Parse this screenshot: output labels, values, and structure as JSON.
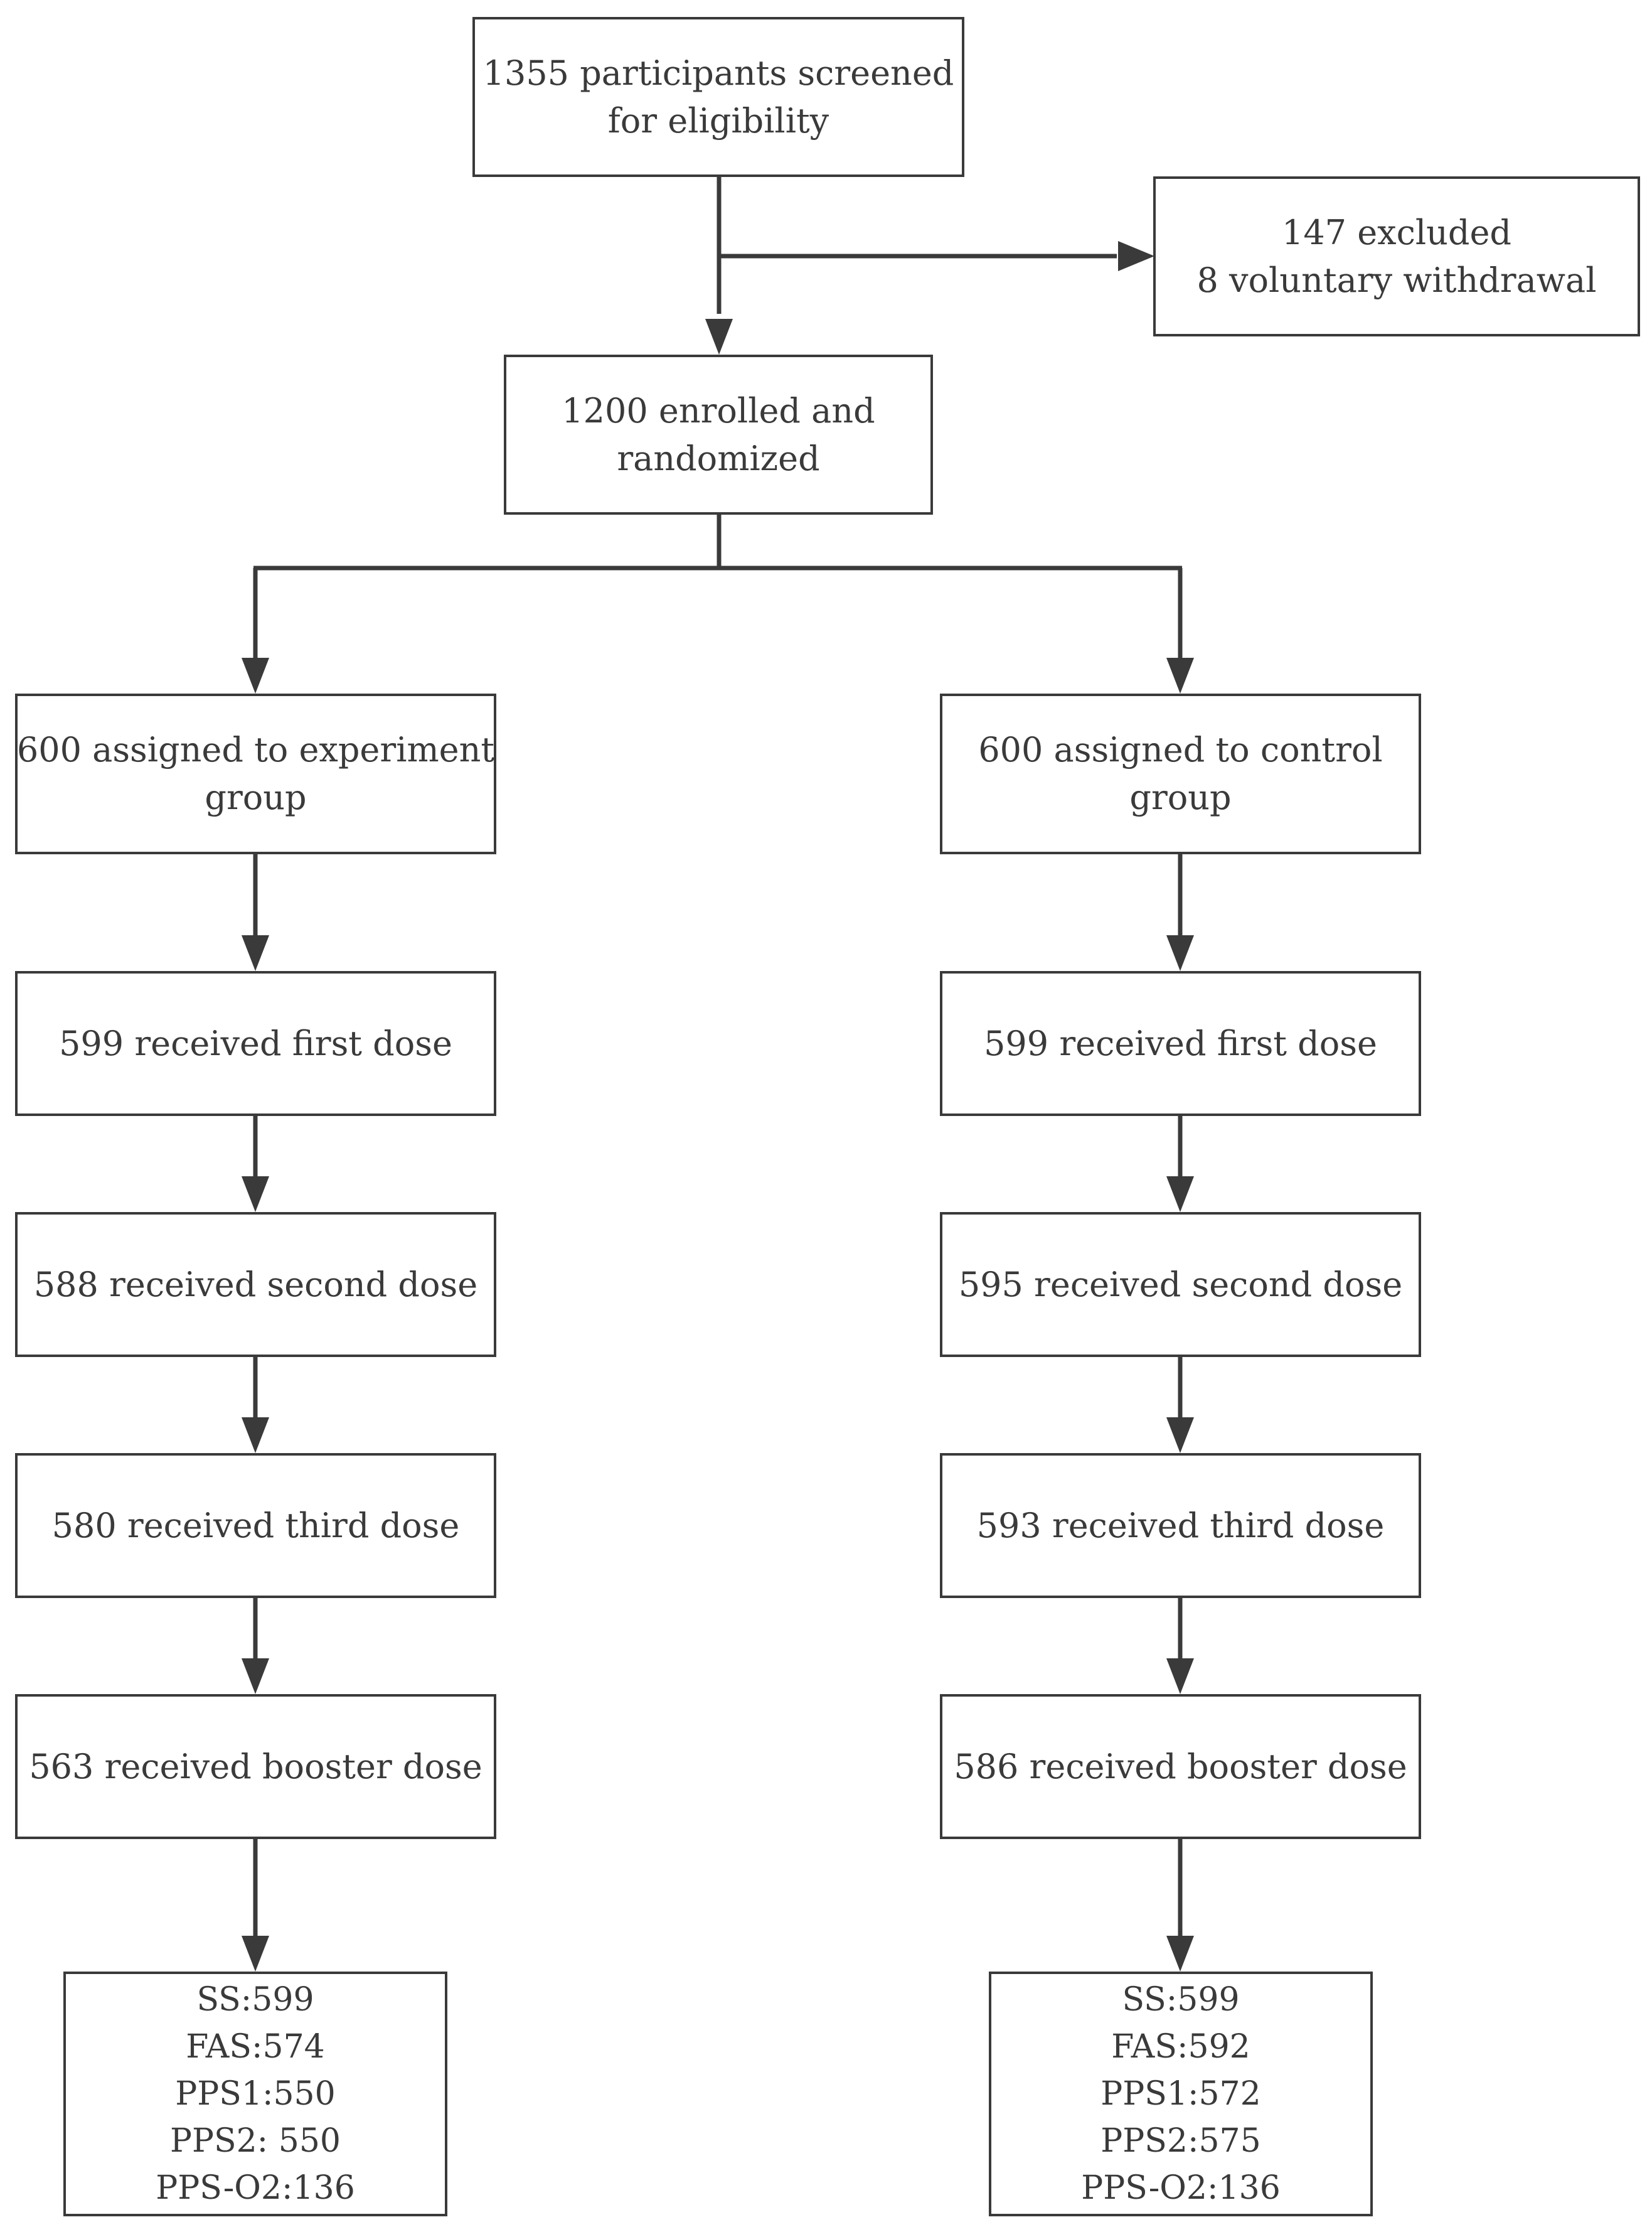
{
  "screening": {
    "lines": [
      "1355 participants screened",
      "for eligibility"
    ]
  },
  "excluded": {
    "lines": [
      "147 excluded",
      "8 voluntary withdrawal"
    ]
  },
  "enrolled": {
    "lines": [
      "1200 enrolled and",
      "randomized"
    ]
  },
  "experiment": {
    "assigned": [
      "600 assigned to experiment",
      "group"
    ],
    "first_dose": "599 received first dose",
    "second_dose": "588 received second dose",
    "third_dose": "580 received third dose",
    "booster_dose": "563 received booster dose",
    "analysis_sets": [
      "SS:599",
      "FAS:574",
      "PPS1:550",
      "PPS2: 550",
      "PPS-O2:136"
    ]
  },
  "control": {
    "assigned": [
      "600 assigned to control",
      "group"
    ],
    "first_dose": "599 received first dose",
    "second_dose": "595 received second dose",
    "third_dose": "593 received third dose",
    "booster_dose": "586 received booster dose",
    "analysis_sets": [
      "SS:599",
      "FAS:592",
      "PPS1:572",
      "PPS2:575",
      "PPS-O2:136"
    ]
  },
  "colors": {
    "stroke": "#3a3a3a",
    "text": "#3a3a3a",
    "background": "#ffffff"
  }
}
